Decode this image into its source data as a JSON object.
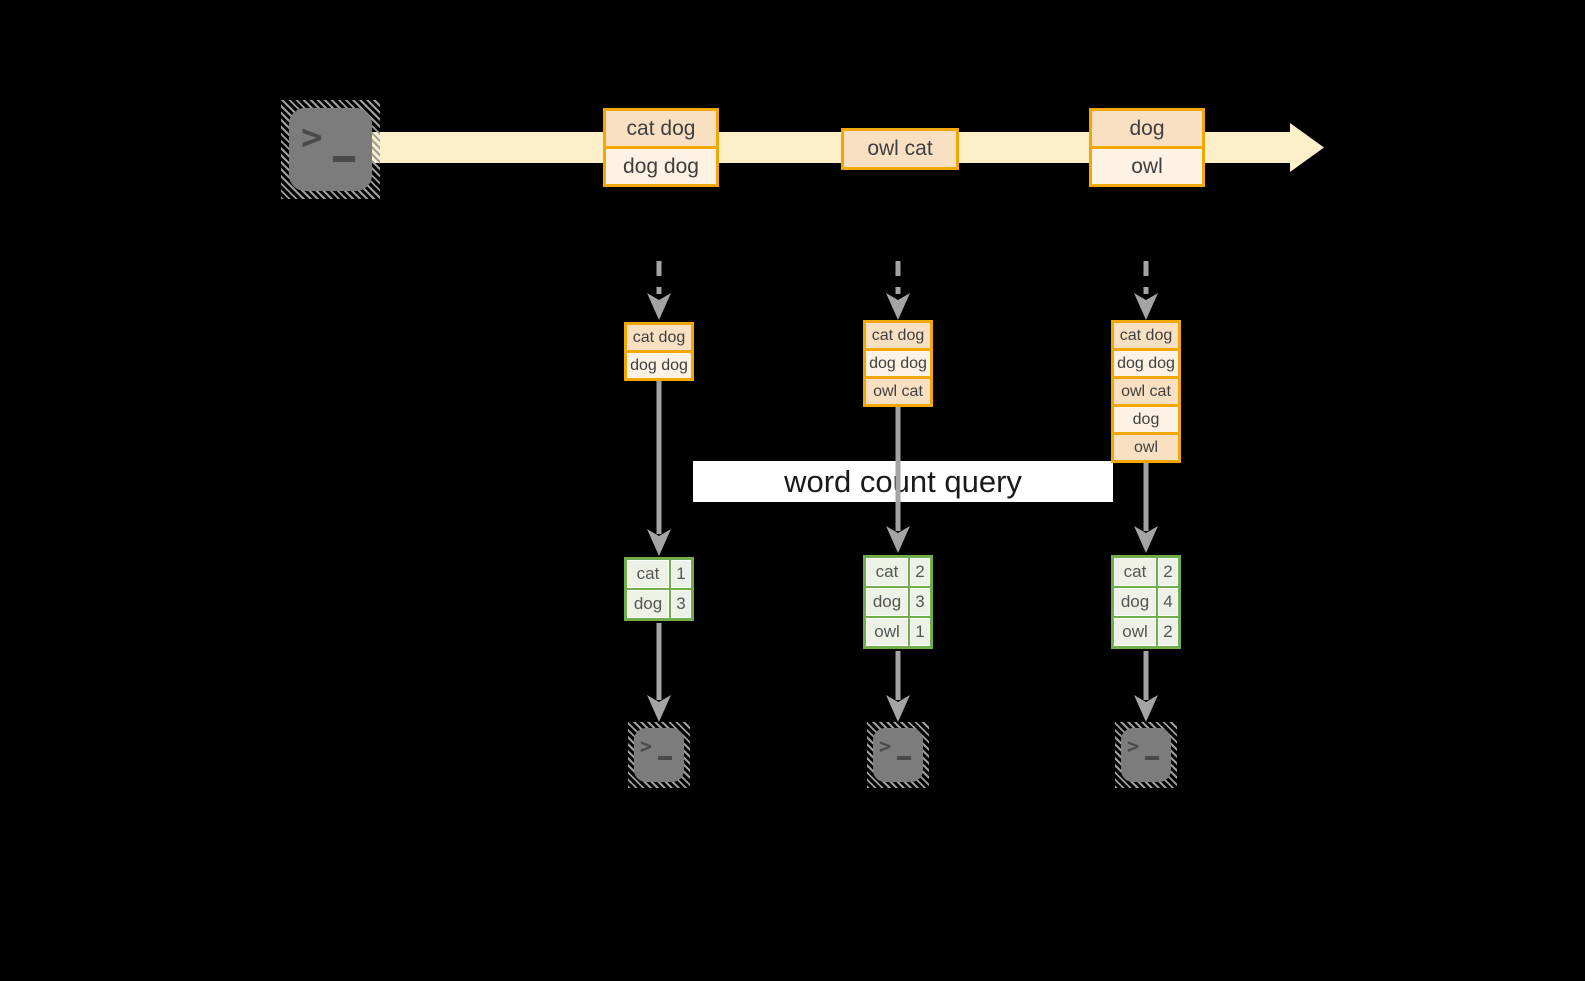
{
  "query_label": "word count query",
  "palette": {
    "background": "#000000",
    "stream_band": "#FCEFC9",
    "record_border": "#F2A702",
    "record_fill_dark": "#FAE0C2",
    "record_fill_light": "#FDF2E3",
    "table_border": "#6FAE4B",
    "table_fill": "#EDF1E6",
    "arrow_gray": "#A4A4A4",
    "label_bg": "#FFFFFF",
    "text_dark": "#3F3F3F"
  },
  "stream_batches": [
    {
      "rows": [
        "cat dog",
        "dog dog"
      ]
    },
    {
      "rows": [
        "owl cat"
      ]
    },
    {
      "rows": [
        "dog",
        "owl"
      ]
    }
  ],
  "columns": [
    {
      "input_rows": [
        "cat dog",
        "dog dog"
      ],
      "counts": [
        {
          "word": "cat",
          "count": "1"
        },
        {
          "word": "dog",
          "count": "3"
        }
      ]
    },
    {
      "input_rows": [
        "cat dog",
        "dog dog",
        "owl cat"
      ],
      "counts": [
        {
          "word": "cat",
          "count": "2"
        },
        {
          "word": "dog",
          "count": "3"
        },
        {
          "word": "owl",
          "count": "1"
        }
      ]
    },
    {
      "input_rows": [
        "cat dog",
        "dog dog",
        "owl cat",
        "dog",
        "owl"
      ],
      "counts": [
        {
          "word": "cat",
          "count": "2"
        },
        {
          "word": "dog",
          "count": "4"
        },
        {
          "word": "owl",
          "count": "2"
        }
      ]
    }
  ]
}
